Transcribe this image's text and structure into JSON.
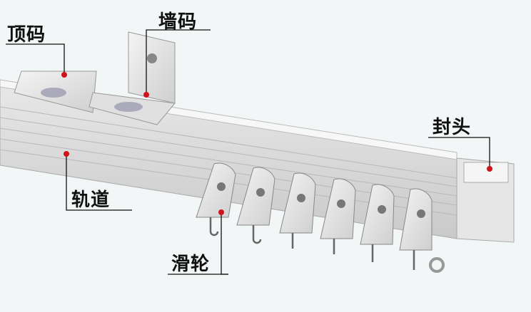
{
  "labels": {
    "top_bracket": "顶码",
    "wall_bracket": "墙码",
    "end_cap": "封头",
    "track": "轨道",
    "roller": "滑轮"
  },
  "colors": {
    "marker": "#d0121b",
    "line": "#111111"
  }
}
